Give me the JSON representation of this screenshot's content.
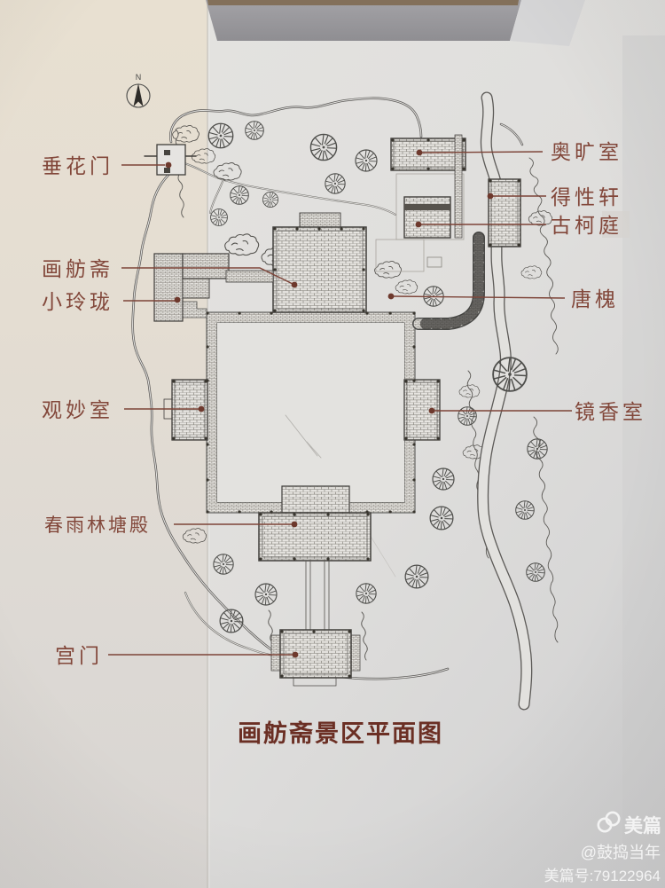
{
  "photo": {
    "watermark": {
      "brand": "美篇",
      "logo": "meipian-knot-icon",
      "handle": "@鼓捣当年",
      "account": "美篇号:79122964"
    }
  },
  "plan": {
    "title": "画舫斋景区平面图",
    "compass_n": "N",
    "labels": {
      "chuihuamen": "垂花门",
      "huafangzhai": "画舫斋",
      "xiaolinglong": "小玲珑",
      "guanmiaoshi": "观妙室",
      "chunyulintang": "春雨林塘殿",
      "gongmen": "宫门",
      "aokuangshi": "奥旷室",
      "dexingxuan": "得性轩",
      "gukerting": "古柯庭",
      "tanghuai": "唐槐",
      "jingxiangshi": "镜香室"
    },
    "colors": {
      "label_text": "#82473a",
      "leader_line": "#7d4438",
      "title_text": "#6b2f24",
      "ink": "#4b4b49",
      "paper": "#e2e1de"
    }
  }
}
